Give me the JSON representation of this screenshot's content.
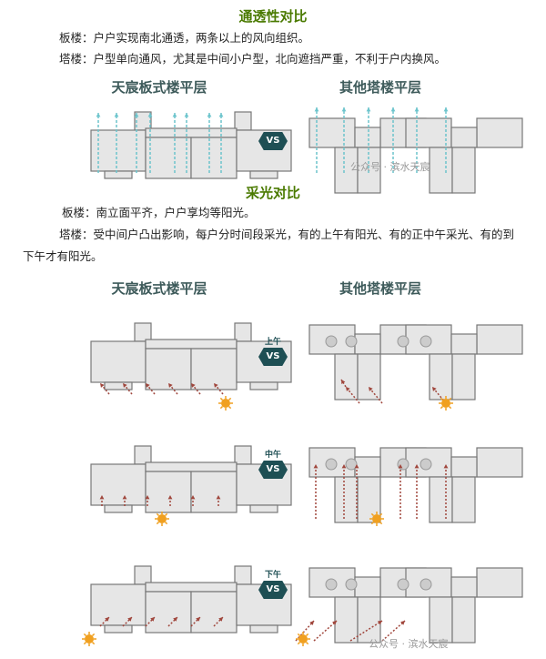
{
  "ventilation": {
    "title": "通透性对比",
    "slab_text": "板楼：户户实现南北通透，两条以上的风向组织。",
    "tower_text": "塔楼：户型单向通风，尤其是中间小户型，北向遮挡严重，不利于户内换风。",
    "left_heading": "天宸板式楼平层",
    "right_heading": "其他塔楼平层",
    "vs": "VS",
    "watermark": "公众号 · 滨水天宸"
  },
  "lighting": {
    "title": "采光对比",
    "slab_text": "板楼：南立面平齐，户户享均等阳光。",
    "tower_text": "塔楼：受中间户凸出影响，每户分时间段采光，有的上午有阳光、有的正中午采光、有的到下午才有阳光。",
    "left_heading": "天宸板式楼平层",
    "right_heading": "其他塔楼平层",
    "rows": [
      {
        "time": "上午",
        "vs": "VS"
      },
      {
        "time": "中午",
        "vs": "VS"
      },
      {
        "time": "下午",
        "vs": "VS"
      }
    ],
    "watermark": "公众号 · 滨水天宸"
  },
  "colors": {
    "title_green": "#4a7a00",
    "vs_bg": "#1e4f54",
    "wind": "#6cc4cc",
    "sun_ray": "#a0463c",
    "sun": "#f0a020"
  }
}
